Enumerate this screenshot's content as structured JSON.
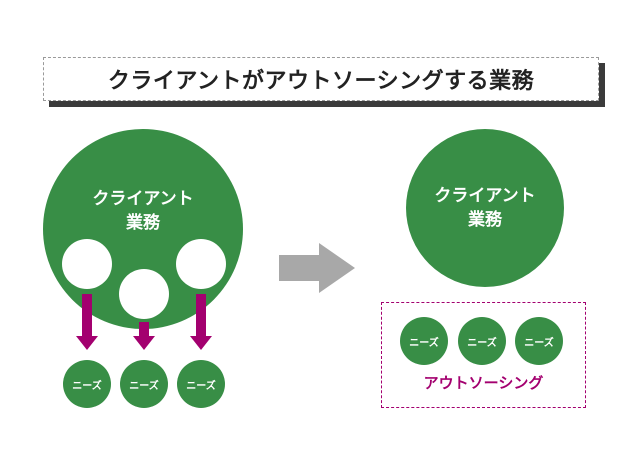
{
  "title": "クライアントがアウトソーシングする業務",
  "left": {
    "client_label_line1": "クライアント",
    "client_label_line2": "業務",
    "needs": [
      "ニーズ",
      "ニーズ",
      "ニーズ"
    ]
  },
  "right": {
    "client_label_line1": "クライアント",
    "client_label_line2": "業務",
    "needs": [
      "ニーズ",
      "ニーズ",
      "ニーズ"
    ],
    "outsourcing_label": "アウトソーシング"
  },
  "colors": {
    "green": "#388e46",
    "magenta": "#a3006f",
    "gray_arrow": "#a8a8a8",
    "title_shadow": "#3b3b3b"
  }
}
